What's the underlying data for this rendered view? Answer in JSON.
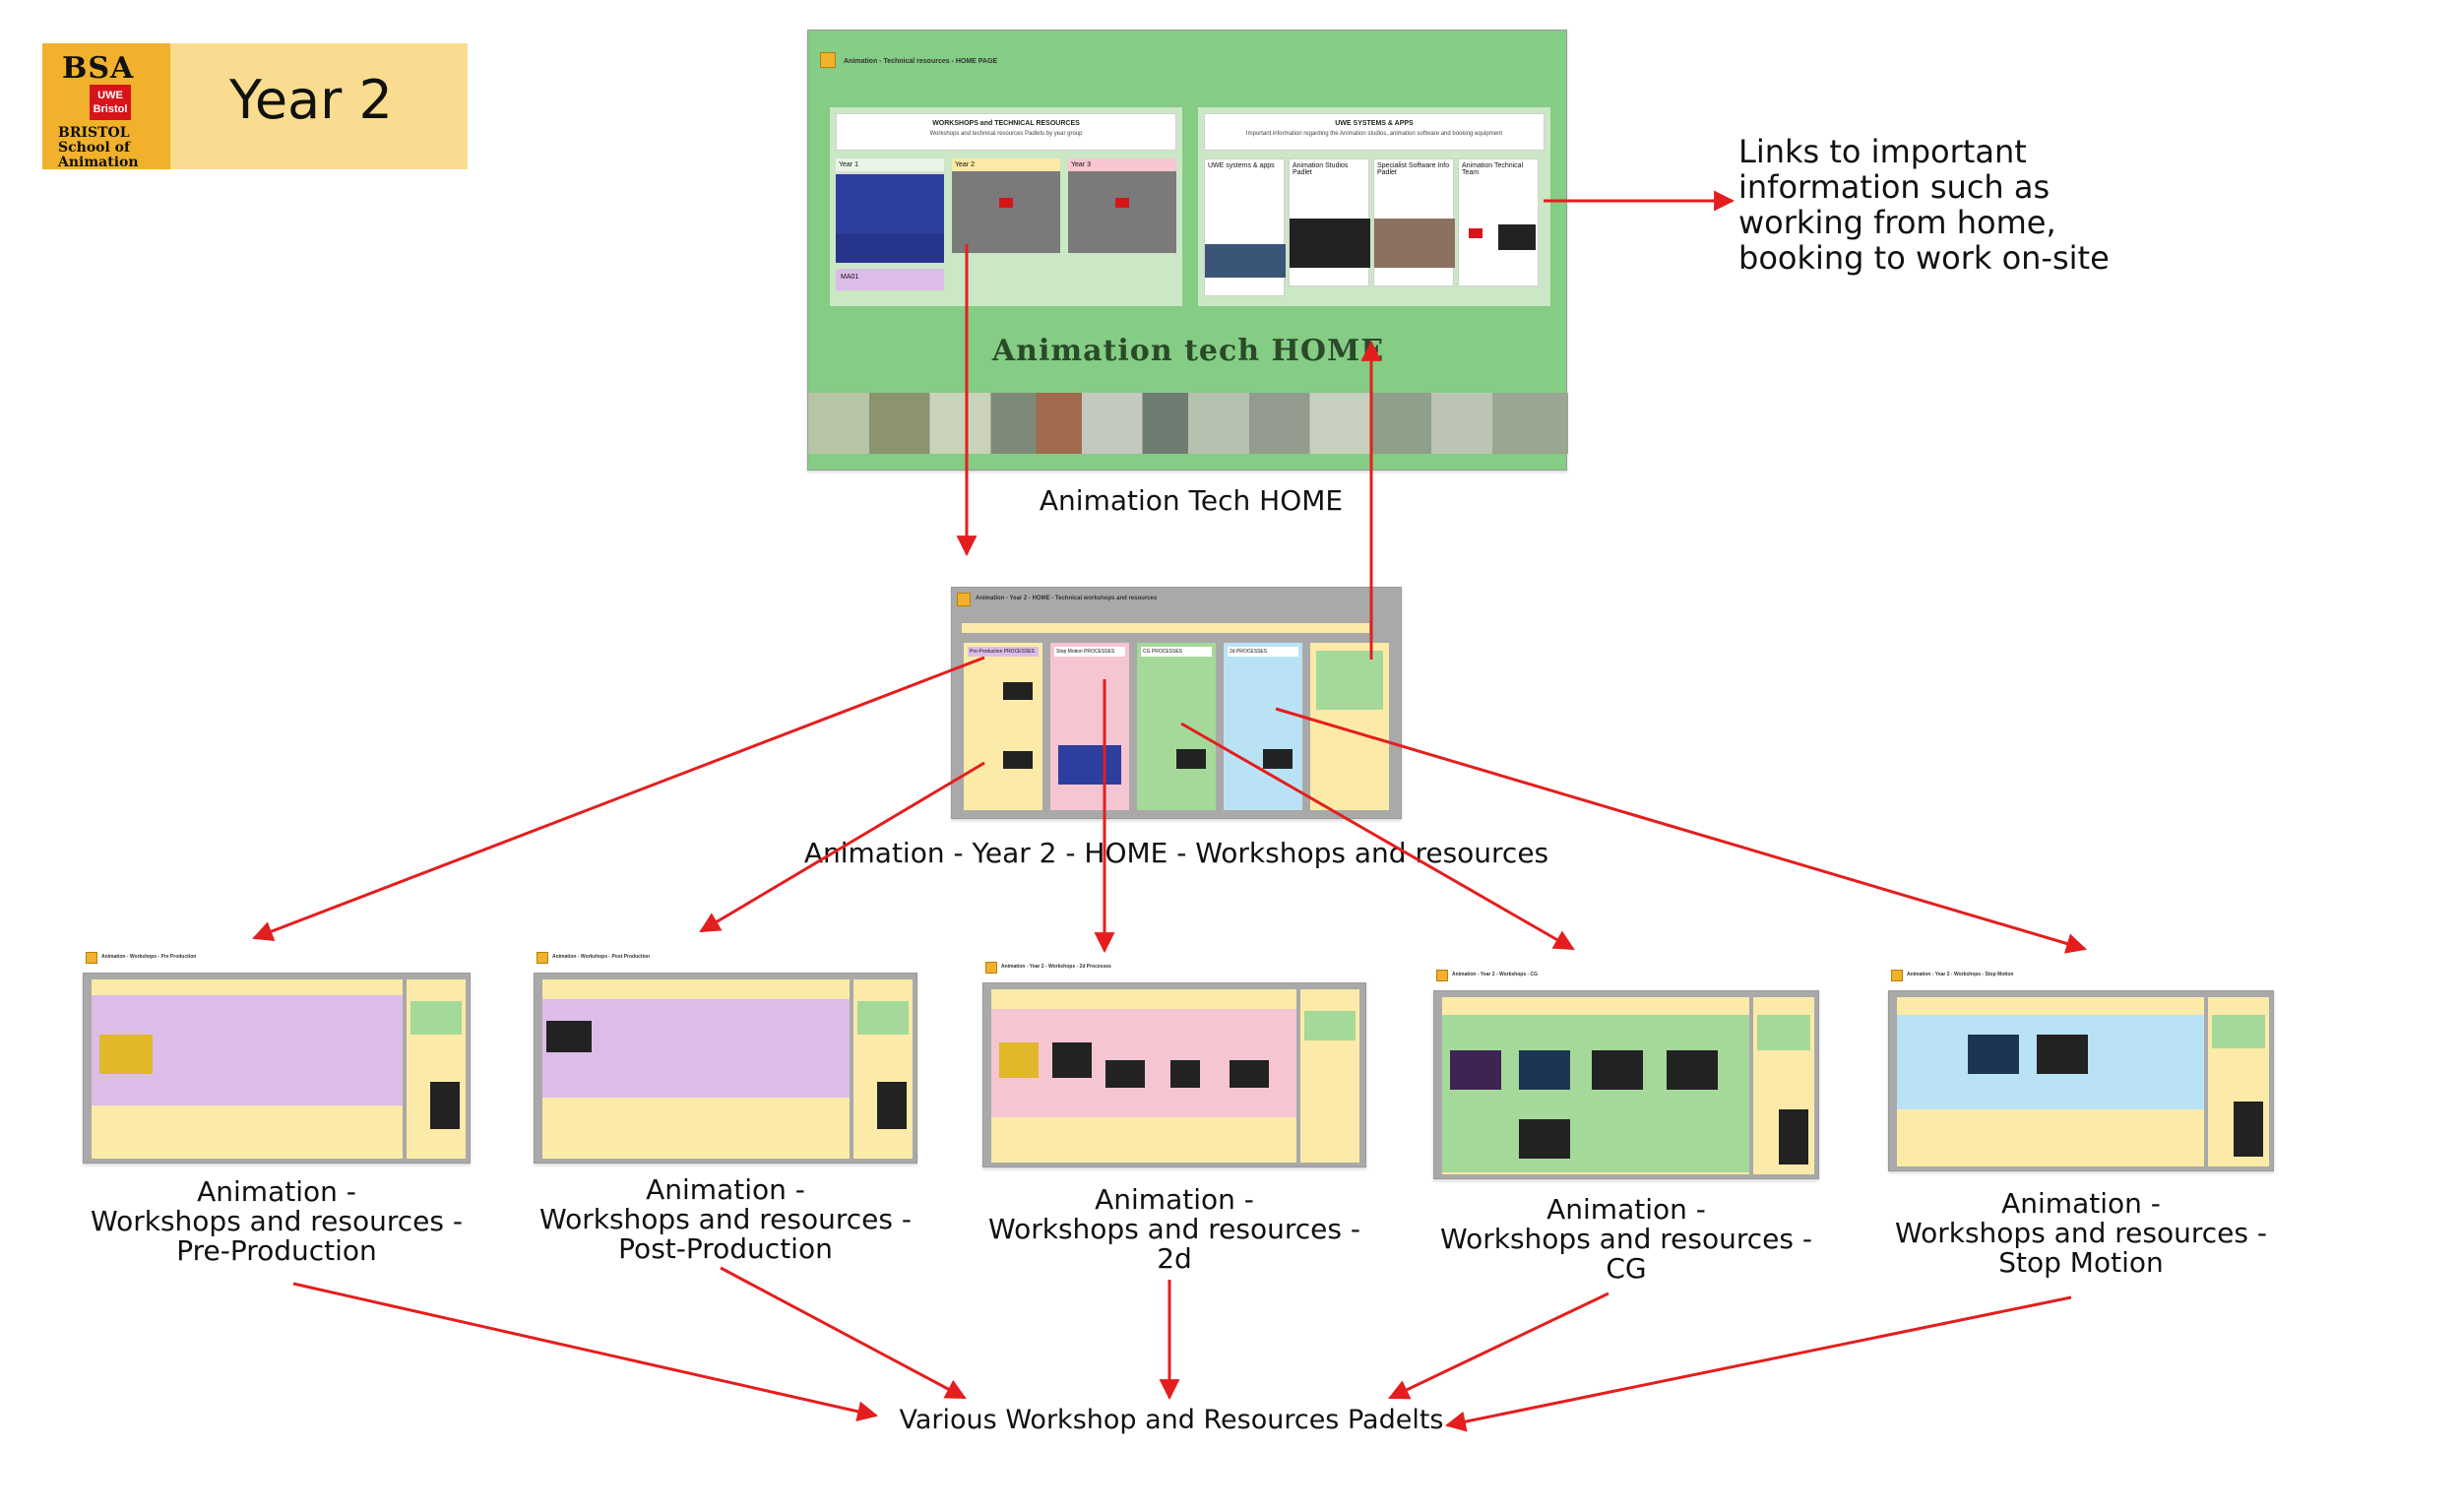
{
  "header": {
    "logo": {
      "bsa": "BSA",
      "uwe": "UWE Bristol",
      "school": "BRISTOL School of Animation"
    },
    "year_title": "Year 2"
  },
  "home": {
    "caption": "Animation Tech HOME",
    "page_title": "Animation - Technical resources - HOME PAGE",
    "left_section": "WORKSHOPS and TECHNICAL RESOURCES",
    "left_sub": "Workshops and technical resources Padlets by year group",
    "years": [
      "Year 1",
      "Year 2",
      "Year 3"
    ],
    "ma": "MA01",
    "right_section": "UWE SYSTEMS & APPS",
    "right_sub": "Important information regarding the Animation studios, animation software and booking equipment",
    "right_cards": [
      "UWE systems & apps",
      "Animation Studios Padlet",
      "Specialist Software Info Padlet",
      "Animation Technical Team"
    ],
    "banner": "Animation tech HOME"
  },
  "year2": {
    "caption": "Animation - Year 2 - HOME - Workshops and resources",
    "page_title": "Animation - Year 2 - HOME - Technical workshops and resources",
    "columns": [
      "Pre-Production PROCESSES",
      "Stop Motion PROCESSES",
      "CG PROCESSES",
      "2d PROCESSES"
    ]
  },
  "workshops": [
    {
      "id": "pre",
      "lines": [
        "Animation -",
        "Workshops and resources -",
        "Pre-Production"
      ],
      "title": "Animation - Workshops - Pre Production"
    },
    {
      "id": "post",
      "lines": [
        "Animation -",
        "Workshops and resources -",
        "Post-Production"
      ],
      "title": "Animation - Workshops - Post Production"
    },
    {
      "id": "2d",
      "lines": [
        "Animation -",
        "Workshops and resources -",
        "2d"
      ],
      "title": "Animation - Year 2 - Workshops - 2d Processes"
    },
    {
      "id": "cg",
      "lines": [
        "Animation -",
        "Workshops and resources -",
        "CG"
      ],
      "title": "Animation - Year 2 - Workshops - CG"
    },
    {
      "id": "stop",
      "lines": [
        "Animation -",
        "Workshops and resources -",
        "Stop Motion"
      ],
      "title": "Animation - Year 2 - Workshops - Stop Motion"
    }
  ],
  "note": {
    "lines": [
      "Links to important",
      "information such as",
      "working from home,",
      "booking to work on-site"
    ]
  },
  "bottom_caption": "Various Workshop and Resources Padelts",
  "colors": {
    "arrow": "#e41e1e",
    "home_bg": "#85cc84",
    "pink": "#f6c5d2",
    "lilac": "#dcbde8",
    "yellow": "#fbeaa8",
    "blue": "#b9e3f5",
    "green": "#a5d99a",
    "logo": "#f1b12c"
  }
}
